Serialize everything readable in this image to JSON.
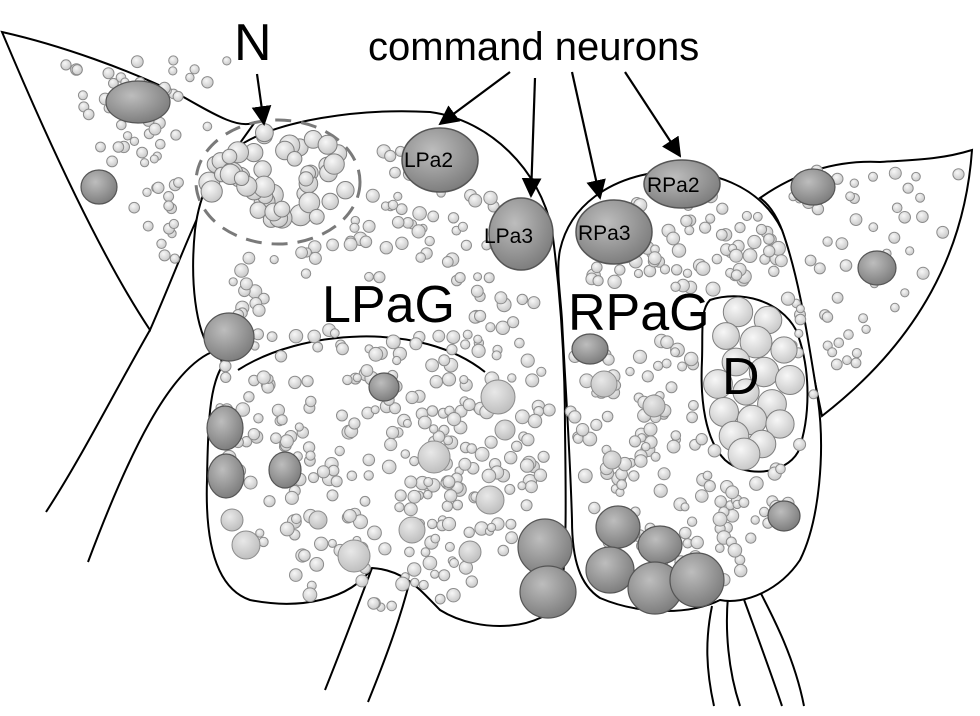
{
  "labels": {
    "n": "N",
    "command_neurons": "command neurons",
    "lpag": "LPaG",
    "rpag": "RPaG",
    "d": "D",
    "lpa2": "LPa2",
    "lpa3": "LPa3",
    "rpa2": "RPa2",
    "rpa3": "RPa3"
  },
  "colors": {
    "outline": "#000000",
    "small_cell_fill": "#e4e4e4",
    "small_cell_stroke": "#8c8c8c",
    "large_cell_fill": "#9a9a9a",
    "large_cell_stroke": "#555555",
    "dashed_outline": "#7a7a7a"
  }
}
